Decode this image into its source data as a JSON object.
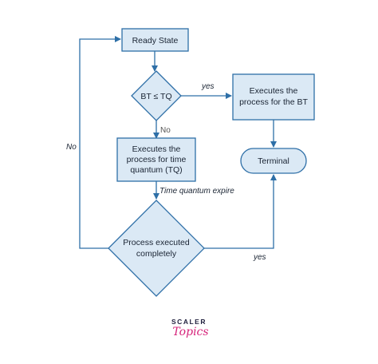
{
  "colors": {
    "node_fill": "#dbe9f5",
    "node_stroke": "#2e6fa7",
    "edge": "#2e6fa7",
    "text": "#1a2433",
    "brand_dark": "#1e1e3c",
    "brand_pink": "#d6237a"
  },
  "nodes": {
    "ready_state": "Ready State",
    "bt_check": "BT ≤ TQ",
    "exec_bt": [
      "Executes the",
      "process for the BT"
    ],
    "exec_tq": [
      "Executes the",
      "process for time",
      "quantum (TQ)"
    ],
    "terminal": "Terminal",
    "completed_check": [
      "Process executed",
      "completely"
    ]
  },
  "edges": {
    "bt_yes": "yes",
    "bt_no": "No",
    "tq_expire": "Time quantum expire",
    "loop_no": "No",
    "complete_yes": "yes"
  },
  "brand": {
    "line1": "SCALER",
    "line2": "Topics"
  }
}
